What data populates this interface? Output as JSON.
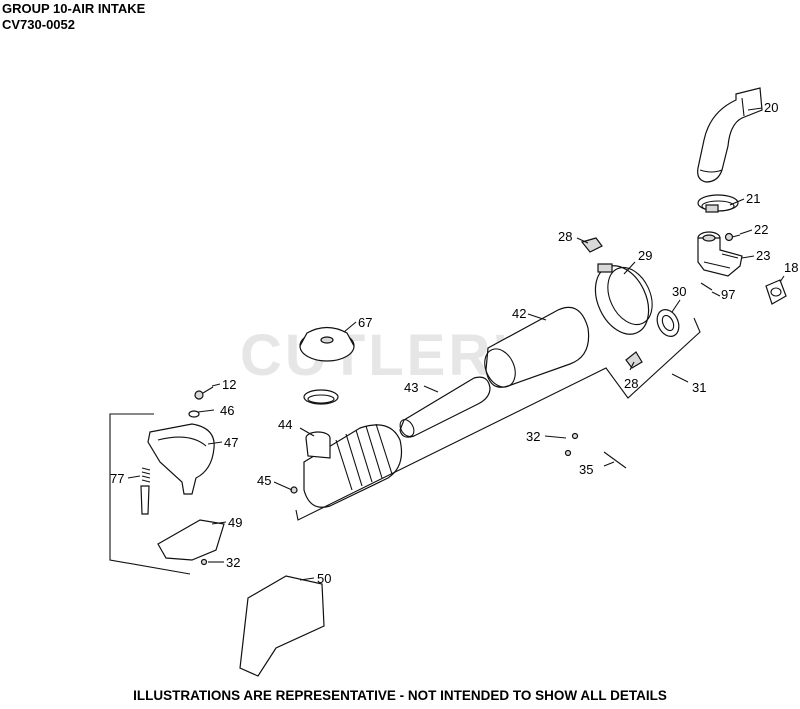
{
  "header": {
    "group_title": "GROUP 10-AIR INTAKE",
    "model": "CV730-0052"
  },
  "watermark": "CUTLER'S",
  "footer": "ILLUSTRATIONS ARE REPRESENTATIVE - NOT INTENDED TO SHOW ALL DETAILS",
  "callouts": [
    {
      "id": "c20",
      "label": "20"
    },
    {
      "id": "c21",
      "label": "21"
    },
    {
      "id": "c22",
      "label": "22"
    },
    {
      "id": "c23",
      "label": "23"
    },
    {
      "id": "c18",
      "label": "18"
    },
    {
      "id": "c28a",
      "label": "28"
    },
    {
      "id": "c29",
      "label": "29"
    },
    {
      "id": "c30",
      "label": "30"
    },
    {
      "id": "c97",
      "label": "97"
    },
    {
      "id": "c42",
      "label": "42"
    },
    {
      "id": "c67",
      "label": "67"
    },
    {
      "id": "c28b",
      "label": "28"
    },
    {
      "id": "c31",
      "label": "31"
    },
    {
      "id": "c12",
      "label": "12"
    },
    {
      "id": "c43",
      "label": "43"
    },
    {
      "id": "c46",
      "label": "46"
    },
    {
      "id": "c44",
      "label": "44"
    },
    {
      "id": "c47",
      "label": "47"
    },
    {
      "id": "c32a",
      "label": "32"
    },
    {
      "id": "c35",
      "label": "35"
    },
    {
      "id": "c77",
      "label": "77"
    },
    {
      "id": "c45",
      "label": "45"
    },
    {
      "id": "c49",
      "label": "49"
    },
    {
      "id": "c32b",
      "label": "32"
    },
    {
      "id": "c50",
      "label": "50"
    }
  ]
}
